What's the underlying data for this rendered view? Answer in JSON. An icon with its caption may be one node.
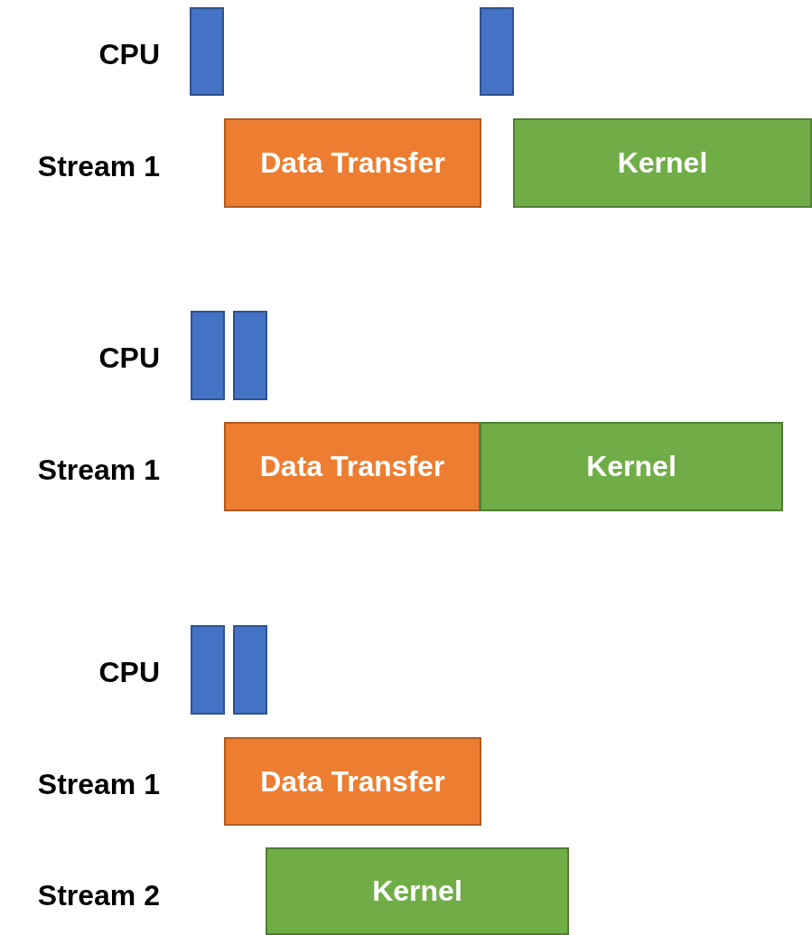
{
  "diagram": {
    "nodes": [
      {
        "text": [],
        "shape": "bar"
      },
      {
        "text": [],
        "shape": "bar"
      },
      {
        "text": [
          "Data Transfer"
        ]
      },
      {
        "text": [
          "Kernel"
        ]
      },
      {
        "text": [],
        "shape": "bar"
      },
      {
        "text": [],
        "shape": "bar"
      },
      {
        "text": [
          "Data Transfer"
        ]
      },
      {
        "text": [
          "Kernel"
        ]
      },
      {
        "text": [],
        "shape": "bar"
      },
      {
        "text": [],
        "shape": "bar"
      },
      {
        "text": [
          "Data Transfer"
        ]
      },
      {
        "text": [
          "Kernel"
        ]
      }
    ],
    "labels": [
      "CPU",
      "Stream 1",
      "CPU",
      "Stream 1",
      "CPU",
      "Stream 1",
      "Stream 2"
    ]
  }
}
